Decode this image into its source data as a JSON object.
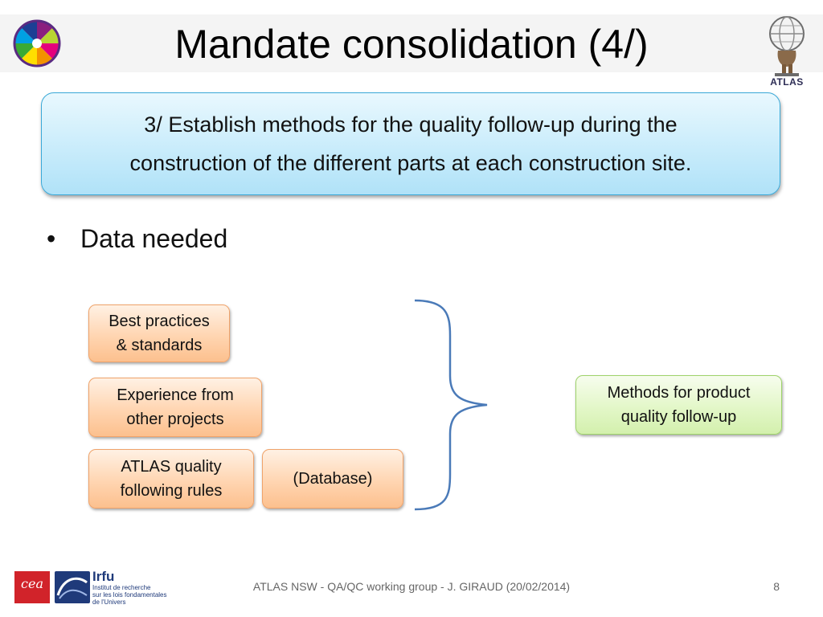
{
  "slide": {
    "title": "Mandate consolidation (4/)",
    "mandate": {
      "line1": "3/ Establish methods for the quality follow-up during the",
      "line2": "construction of the different parts at each construction site."
    },
    "bullet": "Data needed",
    "inputs": [
      {
        "line1": "Best practices",
        "line2": "& standards"
      },
      {
        "line1": "Experience from",
        "line2": "other projects"
      },
      {
        "line1": "ATLAS quality",
        "line2": "following rules"
      },
      {
        "line1": "(Database)"
      }
    ],
    "output": {
      "line1": "Methods for product",
      "line2": "quality follow-up"
    }
  },
  "logos": {
    "atlas": "ATLAS",
    "cea": "cea",
    "irfu": {
      "title": "Irfu",
      "sub1": "Institut de recherche",
      "sub2": "sur les lois fondamentales",
      "sub3": "de l'Univers"
    }
  },
  "footer": {
    "text": "ATLAS NSW - QA/QC working group - J. GIRAUD (20/02/2014)",
    "page": "8"
  },
  "colors": {
    "mandate_box": "#c9ecfb",
    "input_box": "#ffd5b1",
    "output_box": "#e3f7c8",
    "brace": "#4a7ab8"
  }
}
